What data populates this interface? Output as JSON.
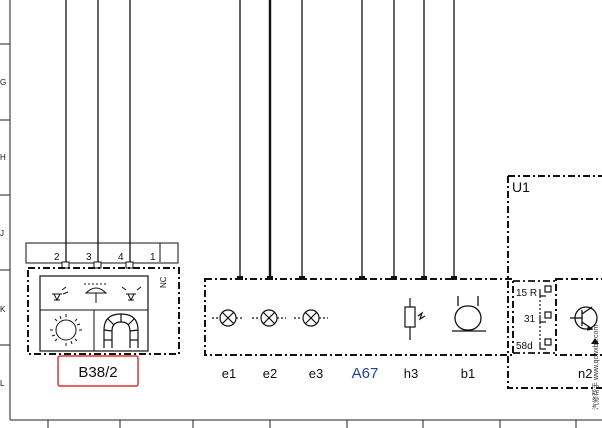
{
  "row_letters": [
    "G",
    "H",
    "J",
    "K",
    "L"
  ],
  "sensor_box": {
    "pins": [
      "2",
      "3",
      "4",
      "1"
    ],
    "nc": "NC",
    "label": "B38/2",
    "label_border": "#e03030"
  },
  "module": {
    "name": "A67",
    "name_color": "#1f3f9f",
    "components": [
      "e1",
      "e2",
      "e3",
      "h3",
      "b1"
    ]
  },
  "u1": {
    "name": "U1",
    "pins": [
      "15 R",
      "31",
      "58d"
    ],
    "partial_label": "n2"
  },
  "watermark": "汽修帮手 www.qcwxbs.com"
}
